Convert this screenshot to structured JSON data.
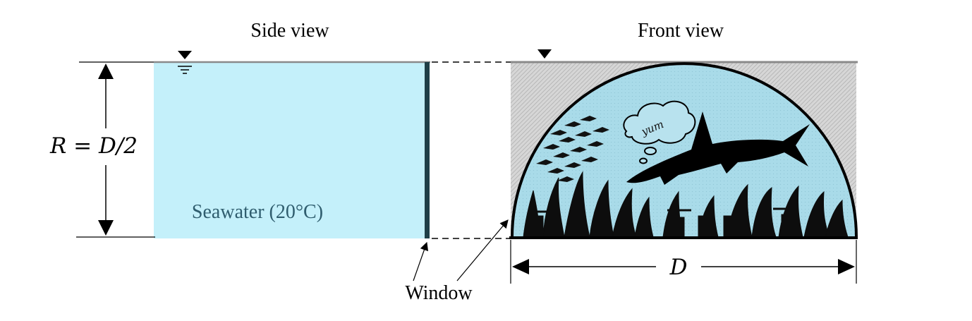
{
  "labels": {
    "side_view": "Side view",
    "front_view": "Front view",
    "dimension_R": "R = D/2",
    "seawater": "Seawater (20°C)",
    "window": "Window",
    "dimension_D": "D",
    "thought_bubble": "yum"
  },
  "colors": {
    "seawater_fill": "#c4f0fa",
    "aquarium_water": "#a8dcea",
    "concrete_gray": "#cfcfcf",
    "outline": "#000000",
    "seawater_text": "#2f5d6e",
    "surface_line": "#8a8a8a"
  },
  "icons": {
    "free_surface": "water-surface-triangle-icon",
    "shark": "shark-silhouette",
    "fish_school": "fish-school-silhouette",
    "plants": "seaweed-silhouette",
    "thought": "thought-bubble-icon"
  }
}
